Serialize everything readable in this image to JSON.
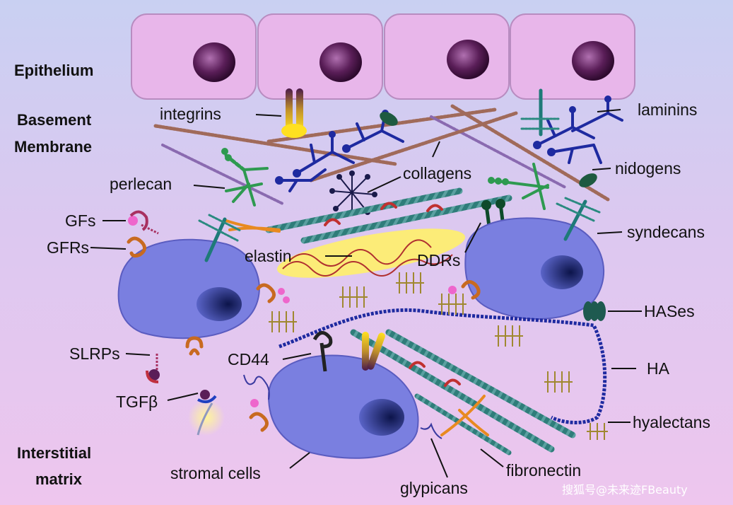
{
  "regions": {
    "epithelium": "Epithelium",
    "basement_membrane_line1": "Basement",
    "basement_membrane_line2": "Membrane",
    "interstitial_line1": "Interstitial",
    "interstitial_line2": "matrix"
  },
  "labels": {
    "integrins": "integrins",
    "laminins": "laminins",
    "perlecan": "perlecan",
    "collagens": "collagens",
    "nidogens": "nidogens",
    "gfs": "GFs",
    "gfrs": "GFRs",
    "syndecans": "syndecans",
    "elastin": "elastin",
    "ddrs": "DDRs",
    "hases": "HASes",
    "slrps": "SLRPs",
    "cd44": "CD44",
    "ha": "HA",
    "tgfb": "TGFβ",
    "hyalectans": "hyalectans",
    "stromal_cells": "stromal cells",
    "fibronectin": "fibronectin",
    "glypicans": "glypicans"
  },
  "watermark": "搜狐号@未来迹FBeauty",
  "colors": {
    "background_top": "#c9d2f2",
    "background_bottom": "#ecc8ee",
    "epithelial_cell": "#e8b5ea",
    "nucleus": "#5a1e58",
    "stromal_cell": "#7a80dc",
    "stromal_nucleus": "#1e2a78",
    "laminin": "#1e2aa0",
    "collagen": "#2e7a78",
    "elastin_glow": "#fff06a",
    "receptor_orange": "#c86a20",
    "integrin_yellow": "#f0d020"
  }
}
